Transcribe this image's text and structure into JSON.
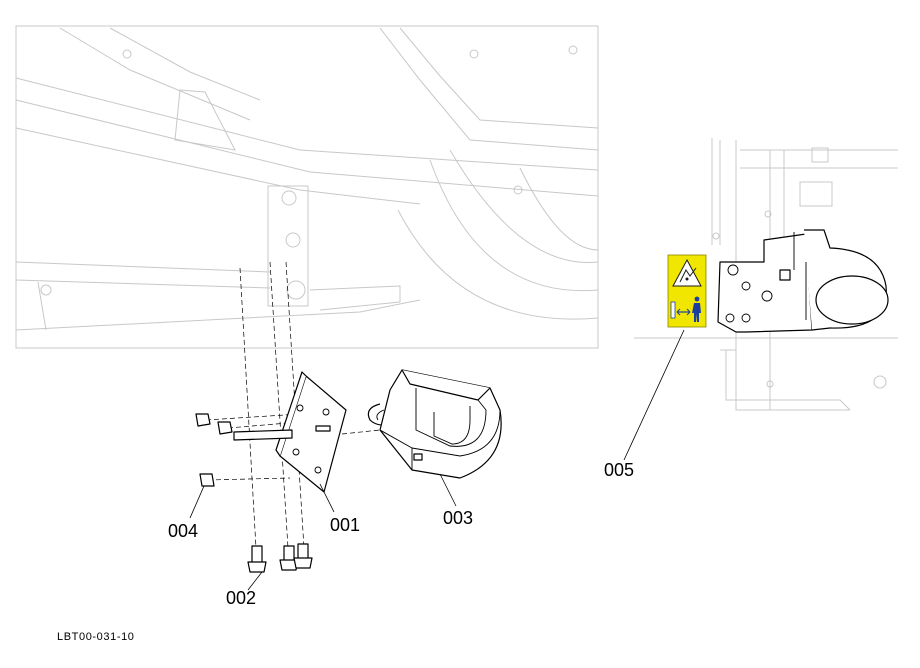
{
  "callouts": {
    "part_001": "001",
    "part_002": "002",
    "part_003": "003",
    "part_004": "004",
    "part_005": "005"
  },
  "drawing_reference": "LBT00-031-10",
  "colors": {
    "frame_line": "#c8c8c8",
    "part_line": "#000000",
    "label_yellow": "#f0e600",
    "label_blue": "#1a3fa0"
  },
  "icons": {
    "warning_label": "crush-hazard-warning-icon",
    "keep_clear": "person-keep-distance-icon"
  }
}
